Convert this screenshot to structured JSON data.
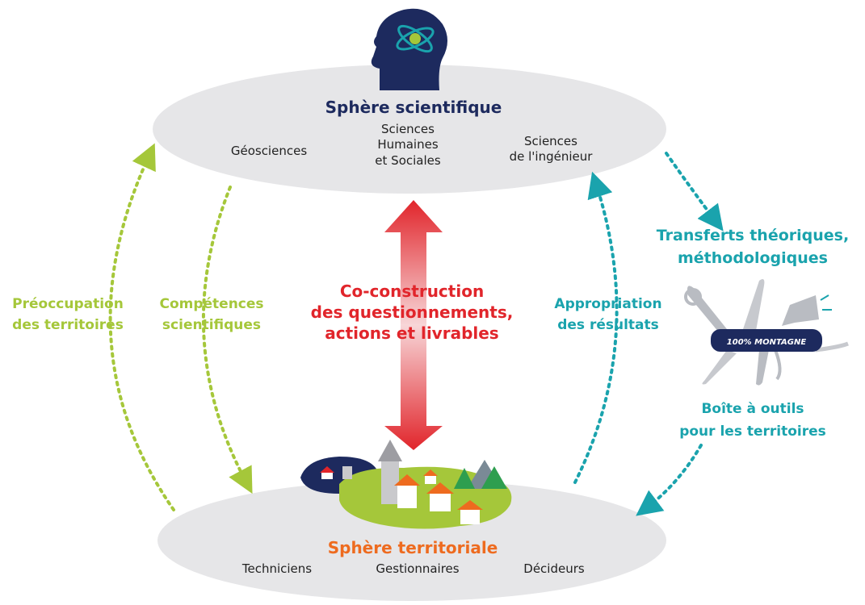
{
  "colors": {
    "sphere_fill": "#e6e6e8",
    "navy": "#1d2a5e",
    "green": "#a5c73a",
    "teal": "#1aa3ad",
    "red": "#e1252b",
    "orange": "#ee6b1f",
    "dark_text": "#222222"
  },
  "scientific_sphere": {
    "title": "Sphère scientifique",
    "fields": {
      "geo": "Géosciences",
      "shs_line1": "Sciences",
      "shs_line2": "Humaines",
      "shs_line3": "et Sociales",
      "eng_line1": "Sciences",
      "eng_line2": "de l'ingénieur"
    },
    "icon": "head-atom-icon"
  },
  "territorial_sphere": {
    "title": "Sphère territoriale",
    "actors": {
      "a1": "Techniciens",
      "a2": "Gestionnaires",
      "a3": "Décideurs"
    },
    "illustration": "village-illustration"
  },
  "center": {
    "line1": "Co-construction",
    "line2": "des questionnements,",
    "line3": "actions et livrables"
  },
  "left_outer": {
    "line1": "Préoccupation",
    "line2": "des territoires"
  },
  "left_inner": {
    "line1": "Compétences",
    "line2": "scientifiques"
  },
  "right_inner": {
    "line1": "Appropriation",
    "line2": "des résultats"
  },
  "transfers": {
    "line1": "Transferts théoriques,",
    "line2": "méthodologiques"
  },
  "toolbox": {
    "line1": "Boîte à outils",
    "line2": "pour les territoires",
    "knife_label": "100% MONTAGNE",
    "icon": "swiss-army-knife-icon"
  }
}
